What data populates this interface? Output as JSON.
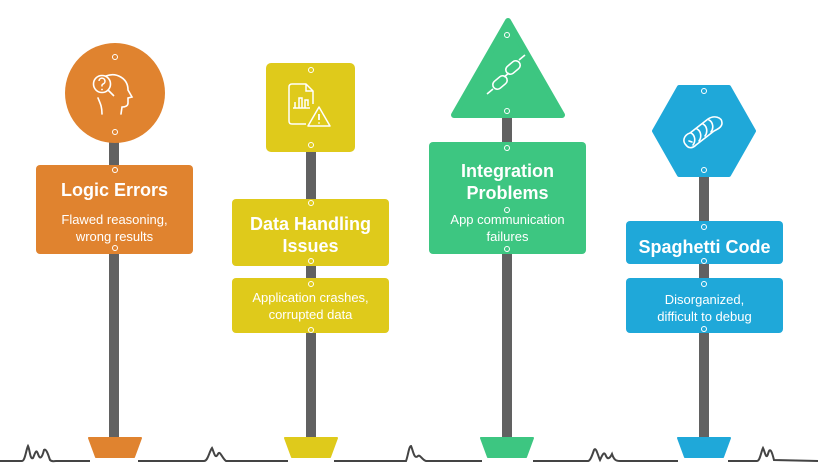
{
  "colors": {
    "orange": "#E0832F",
    "yellow": "#DFCA1B",
    "green": "#3DC681",
    "blue": "#1FA8D9",
    "pole": "#616161",
    "ground": "#444444"
  },
  "signs": [
    {
      "shape": "circle",
      "icon": "head-question-magnifier-icon",
      "title": "Logic Errors",
      "description": "Flawed reasoning, wrong results",
      "color": "#E0832F"
    },
    {
      "shape": "rounded-square",
      "icon": "document-chart-warning-icon",
      "title": "Data Handling Issues",
      "description": "Application crashes, corrupted data",
      "color": "#DFCA1B"
    },
    {
      "shape": "triangle",
      "icon": "broken-chain-icon",
      "title": "Integration Problems",
      "description": "App communication failures",
      "color": "#3DC681"
    },
    {
      "shape": "hexagon",
      "icon": "spaghetti-twist-icon",
      "title": "Spaghetti Code",
      "description": "Disorganized, difficult to debug",
      "color": "#1FA8D9"
    }
  ]
}
